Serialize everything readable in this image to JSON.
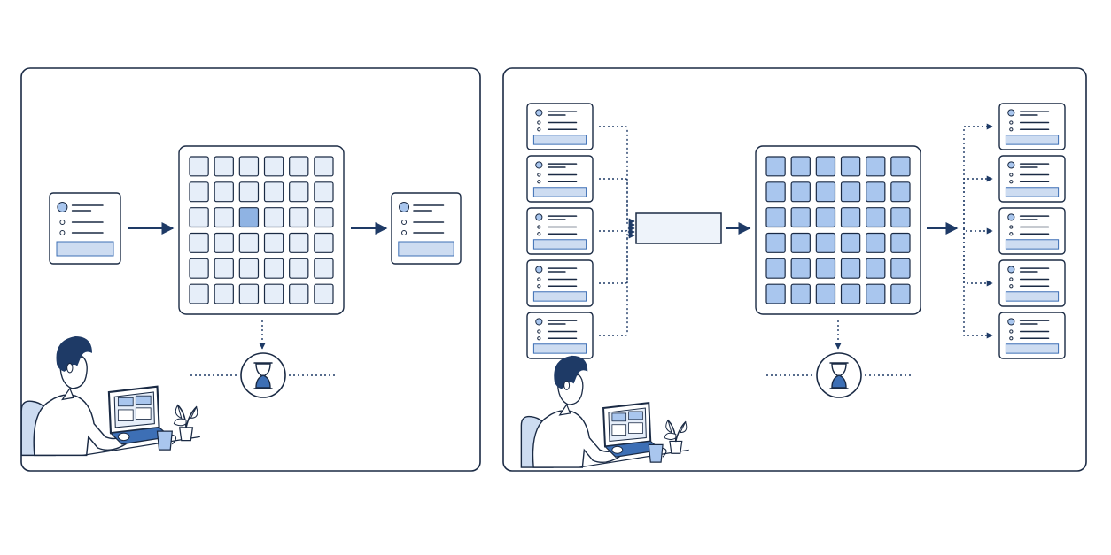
{
  "colors": {
    "ink": "#1a2a44",
    "accent_blue": "#3d6fb5",
    "light_fill": "#e6eef9",
    "mid_fill": "#a9c6ee",
    "highlight": "#8fb3e3"
  },
  "panels": [
    {
      "name": "sequential-processing",
      "inputs": 1,
      "grid": {
        "rows": 6,
        "cols": 6,
        "active_cells": 1,
        "active_position": "row 3, col 3"
      },
      "outputs": 1,
      "icons": [
        "hourglass-icon",
        "person-at-laptop-icon",
        "plant-icon",
        "mug-icon"
      ]
    },
    {
      "name": "batched-processing",
      "inputs": 5,
      "grid": {
        "rows": 6,
        "cols": 6,
        "active_cells": 36
      },
      "outputs": 5,
      "icons": [
        "hourglass-icon",
        "person-at-laptop-icon",
        "plant-icon",
        "mug-icon"
      ]
    }
  ]
}
